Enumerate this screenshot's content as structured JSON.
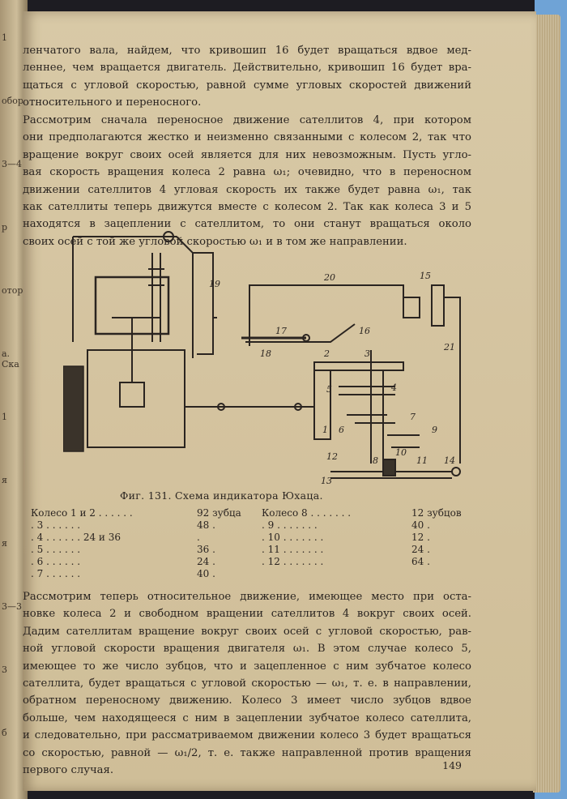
{
  "left_margin_fragments": [
    "1",
    "оборо",
    "3—4",
    "р",
    "оторый",
    "а. Ска",
    "1",
    "я",
    "я",
    "3—3",
    "3",
    "б"
  ],
  "paragraph1": [
    "ленчатого вала, найдем, что кривошип 16 будет вращаться вдвое мед-",
    "леннее, чем вращается двигатель. Действительно, кривошип 16 будет вра-",
    "щаться с угловой скоростью, равной сумме угловых скоростей движений",
    "относительного и переносного."
  ],
  "paragraph2": [
    "Рассмотрим сначала переносное движение сателлитов 4, при котором",
    "они предполагаются жестко и неизменно связанными с колесом 2, так что",
    "вращение вокруг своих осей является для них невозможным. Пусть угло-",
    "вая скорость вращения колеса 2 равна ω₁; очевидно, что в переносном",
    "движении сателлитов 4 угловая скорость их также будет равна ω₁, так",
    "как сателлиты теперь движутся вместе с колесом 2. Так как колеса 3 и 5",
    "находятся в зацеплении с сателлитом, то они станут вращаться около",
    "своих осей с той же угловой скоростью ω₁ и в том же направлении."
  ],
  "figure": {
    "numbers": [
      "1",
      "2",
      "3",
      "4",
      "5",
      "6",
      "7",
      "8",
      "9",
      "10",
      "11",
      "12",
      "13",
      "14",
      "15",
      "16",
      "17",
      "18",
      "19",
      "20",
      "21"
    ]
  },
  "caption": "Фиг. 131. Схема индикатора Юхаца.",
  "gear_table": {
    "left": [
      {
        "label": "Колесо 1 и 2 . . . . . .",
        "teeth": "92 зубца"
      },
      {
        "label": ". 3 . . . . . .",
        "teeth": "48 ."
      },
      {
        "label": ". 4 . . . . . . 24 и 36",
        "teeth": "."
      },
      {
        "label": ". 5 . . . . . .",
        "teeth": "36 ."
      },
      {
        "label": ". 6 . . . . . .",
        "teeth": "24 ."
      },
      {
        "label": ". 7 . . . . . .",
        "teeth": "40 ."
      }
    ],
    "right": [
      {
        "label": "Колесо 8 . . . . . . .",
        "teeth": "12 зубцов"
      },
      {
        "label": ". 9 . . . . . . .",
        "teeth": "40 ."
      },
      {
        "label": ". 10 . . . . . . .",
        "teeth": "12 ."
      },
      {
        "label": ". 11 . . . . . . .",
        "teeth": "24 ."
      },
      {
        "label": ". 12 . . . . . . .",
        "teeth": "64 ."
      }
    ]
  },
  "paragraph3": [
    "Рассмотрим теперь относительное движение, имеющее место при оста-",
    "новке колеса 2 и свободном вращении сателлитов 4 вокруг своих осей.",
    "Дадим сателлитам вращение вокруг своих осей с угловой скоростью, рав-",
    "ной угловой скорости вращения двигателя ω₁. В этом случае колесо 5,",
    "имеющее то же число зубцов, что и зацепленное с ним зубчатое колесо",
    "сателлита, будет вращаться с угловой скоростью — ω₁, т. е. в направлении,",
    "обратном переносному движению. Колесо 3 имеет число зубцов вдвое",
    "больше, чем находящееся с ним в зацеплении зубчатое колесо сателлита,",
    "и следовательно, при рассматриваемом движении колесо 3 будет вращаться",
    "со скоростью, равной — ω₁/2, т. е. также направленной против вращения",
    "первого случая."
  ],
  "page_number": "149"
}
